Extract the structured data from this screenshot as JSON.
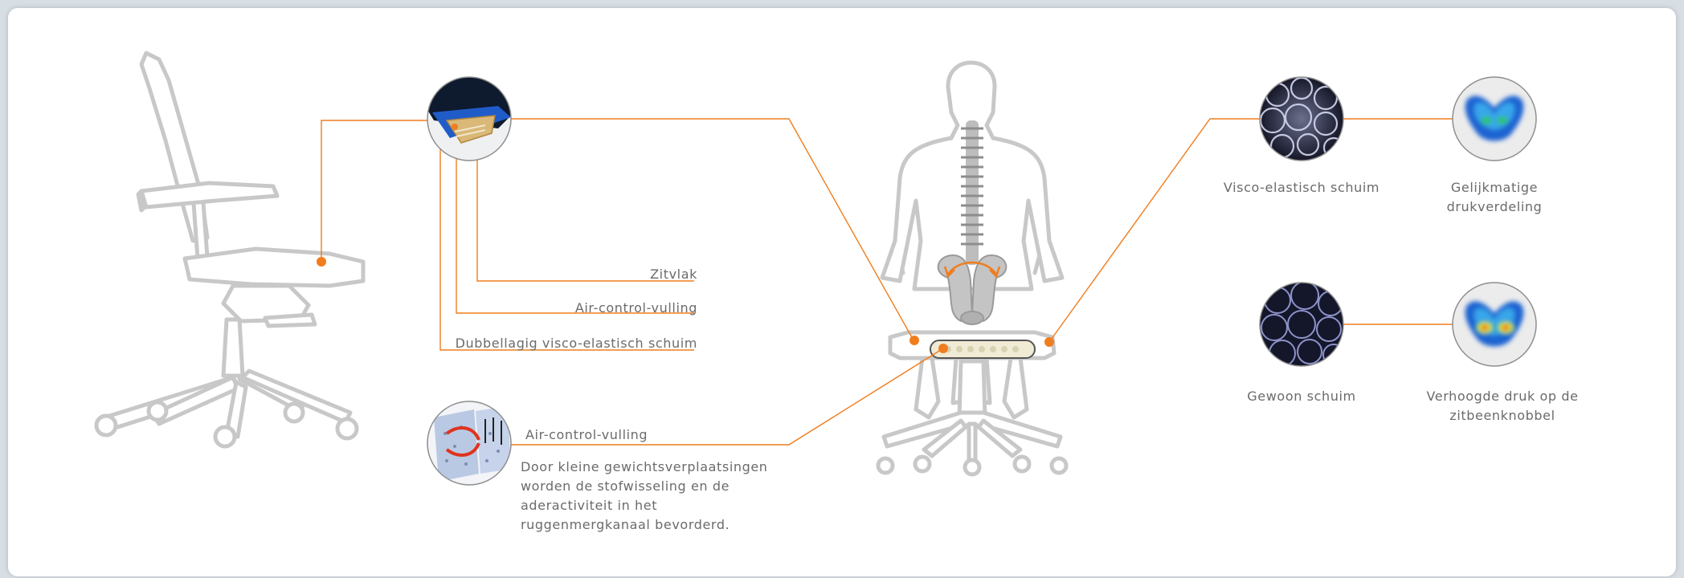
{
  "labels": {
    "zitvlak": "Zitvlak",
    "air_control": "Air-control-vulling",
    "dubbellagig": "Dubbellagig visco-elastisch schuim",
    "air_control_2": "Air-control-vulling",
    "description": "Door kleine gewichtsverplaatsingen worden de stofwisseling en de aderactiviteit in het ruggenmergkanaal bevorderd.",
    "visco": "Visco-elastisch schuim",
    "gelijkmatige": "Gelijkmatige drukverdeling",
    "gewoon": "Gewoon schuim",
    "verhoogde": "Verhoogde druk op de zitbeenknobbel"
  },
  "colors": {
    "accent": "#f07d1e",
    "outline": "#c9c9c9",
    "text": "#6b6b6b"
  }
}
